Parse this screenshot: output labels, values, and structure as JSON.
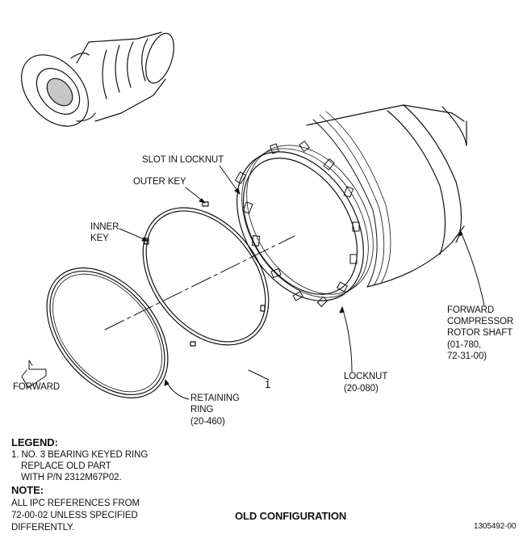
{
  "labels": {
    "slot_in_locknut": "SLOT IN LOCKNUT",
    "outer_key": "OUTER KEY",
    "inner_key_1": "INNER",
    "inner_key_2": "KEY",
    "forward": "FORWARD",
    "retaining_ring_1": "RETAINING",
    "retaining_ring_2": "RING",
    "retaining_ring_3": "(20-460)",
    "index_1": "1",
    "locknut_1": "LOCKNUT",
    "locknut_2": "(20-080)",
    "shaft_1": "FORWARD",
    "shaft_2": "COMPRESSOR",
    "shaft_3": "ROTOR SHAFT",
    "shaft_4": "(01-780,",
    "shaft_5": "72-31-00)"
  },
  "legend": {
    "title": "LEGEND:",
    "line1": "1. NO. 3 BEARING KEYED RING",
    "line2": "REPLACE OLD PART",
    "line3": "WITH P/N 2312M67P02."
  },
  "note": {
    "title": "NOTE:",
    "line1": "ALL IPC REFERENCES FROM",
    "line2": "72-00-02 UNLESS SPECIFIED",
    "line3": "DIFFERENTLY."
  },
  "caption": "OLD CONFIGURATION",
  "figure_number": "1305492-00"
}
